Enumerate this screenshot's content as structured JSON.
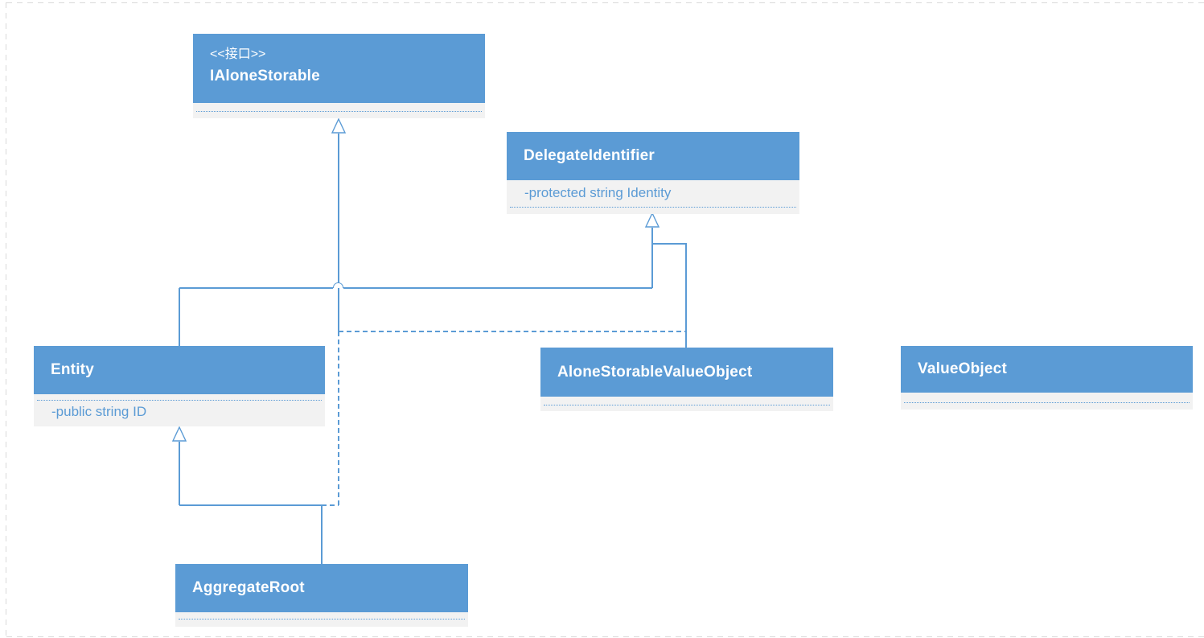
{
  "diagram": {
    "classes": [
      {
        "id": "ialonestorable",
        "stereotype": "<<接口>>",
        "name": "IAloneStorable",
        "attribute": ""
      },
      {
        "id": "delegateidentifier",
        "stereotype": "",
        "name": "DelegateIdentifier",
        "attribute": "-protected string Identity"
      },
      {
        "id": "entity",
        "stereotype": "",
        "name": "Entity",
        "attribute": "-public string ID"
      },
      {
        "id": "alonestorablevalueobject",
        "stereotype": "",
        "name": "AloneStorableValueObject",
        "attribute": ""
      },
      {
        "id": "valueobject",
        "stereotype": "",
        "name": "ValueObject",
        "attribute": ""
      },
      {
        "id": "aggregateroot",
        "stereotype": "",
        "name": "AggregateRoot",
        "attribute": ""
      }
    ],
    "relations": [
      {
        "from": "Entity",
        "to": "DelegateIdentifier",
        "type": "generalization",
        "line": "solid"
      },
      {
        "from": "AloneStorableValueObject",
        "to": "DelegateIdentifier",
        "type": "generalization",
        "line": "solid"
      },
      {
        "from": "AggregateRoot",
        "to": "Entity",
        "type": "generalization",
        "line": "solid"
      },
      {
        "from": "AloneStorableValueObject",
        "to": "IAloneStorable",
        "type": "realization",
        "line": "dashed"
      },
      {
        "from": "AggregateRoot",
        "to": "IAloneStorable",
        "type": "realization",
        "line": "dashed"
      }
    ],
    "colors": {
      "header_fill": "#5b9bd5",
      "body_fill": "#f2f2f2",
      "header_text": "#ffffff",
      "attribute_text": "#5b9bd5",
      "connector": "#5b9bd5",
      "page_border": "#d9d9d9",
      "background": "#ffffff"
    }
  }
}
